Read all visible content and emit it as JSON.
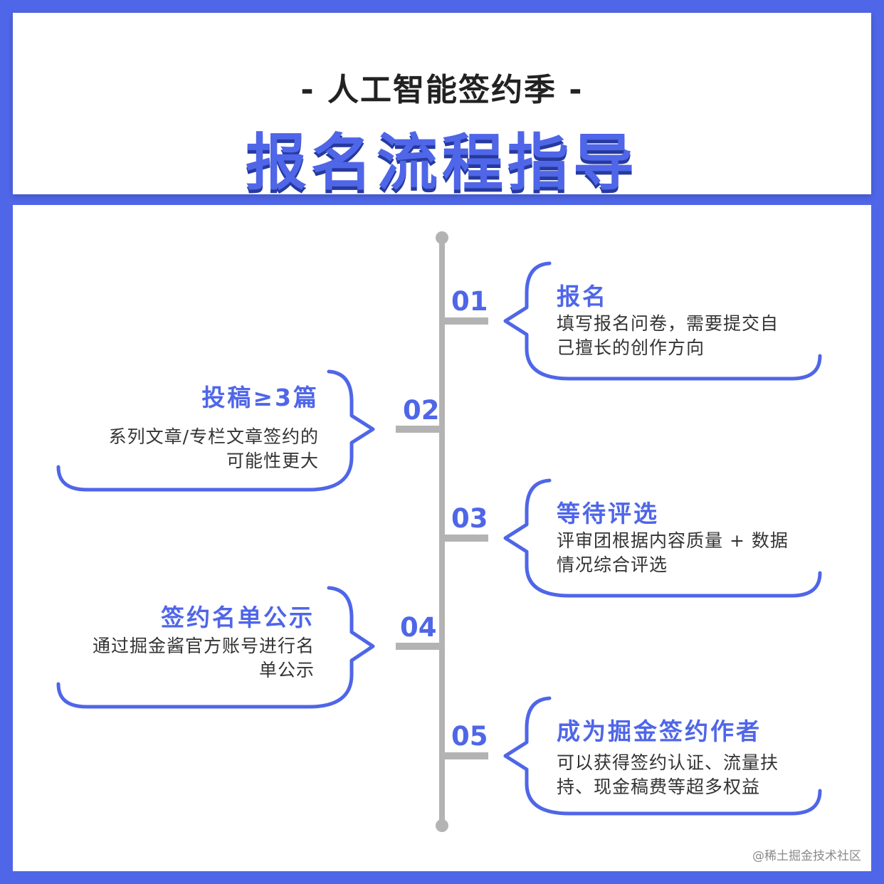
{
  "header": {
    "subtitle": "- 人工智能签约季 -",
    "title": "报名流程指导"
  },
  "steps": [
    {
      "num": "01",
      "title": "报名",
      "desc_line1": "填写报名问卷，需要提交自",
      "desc_line2": "己擅长的创作方向"
    },
    {
      "num": "02",
      "title": "投稿≥3篇",
      "desc_line1": "系列文章/专栏文章签约的",
      "desc_line2": "可能性更大"
    },
    {
      "num": "03",
      "title": "等待评选",
      "desc_line1": "评审团根据内容质量 + 数据",
      "desc_line2": "情况综合评选"
    },
    {
      "num": "04",
      "title": "签约名单公示",
      "desc_line1": "通过掘金酱官方账号进行名",
      "desc_line2": "单公示"
    },
    {
      "num": "05",
      "title": "成为掘金签约作者",
      "desc_line1": "可以获得签约认证、流量扶",
      "desc_line2": "持、现金稿费等超多权益"
    }
  ],
  "watermark": "@稀土掘金技术社区",
  "colors": {
    "accent": "#4f66e8",
    "line": "#b3b3b3"
  }
}
